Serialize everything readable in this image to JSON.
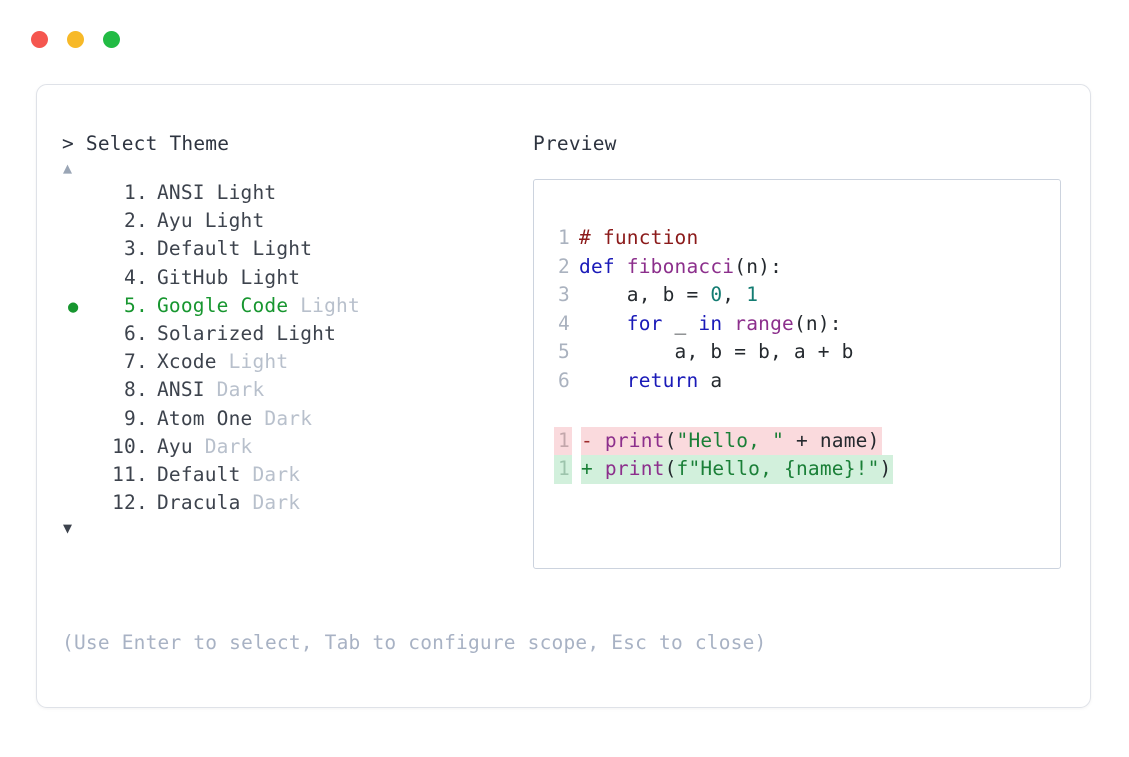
{
  "window": {
    "buttons": [
      {
        "name": "close",
        "color": "#f5564f"
      },
      {
        "name": "minimize",
        "color": "#f7b928"
      },
      {
        "name": "maximize",
        "color": "#22bb44"
      }
    ]
  },
  "picker": {
    "prompt": "> Select Theme",
    "scroll_up_icon": "▲",
    "scroll_down_icon": "▼",
    "selected_index": 5,
    "selected_marker": "●",
    "accent_color": "#17962f",
    "muted_color": "#b8c0cc",
    "items": [
      {
        "num": "1.",
        "name": "ANSI Light",
        "suffix": "",
        "selected": false
      },
      {
        "num": "2.",
        "name": "Ayu Light",
        "suffix": "",
        "selected": false
      },
      {
        "num": "3.",
        "name": "Default Light",
        "suffix": "",
        "selected": false
      },
      {
        "num": "4.",
        "name": "GitHub Light",
        "suffix": "",
        "selected": false
      },
      {
        "num": "5.",
        "name": "Google Code",
        "suffix": " Light",
        "selected": true
      },
      {
        "num": "6.",
        "name": "Solarized Light",
        "suffix": "",
        "selected": false
      },
      {
        "num": "7.",
        "name": "Xcode",
        "suffix": " Light",
        "selected": false
      },
      {
        "num": "8.",
        "name": "ANSI",
        "suffix": " Dark",
        "selected": false
      },
      {
        "num": "9.",
        "name": "Atom One",
        "suffix": " Dark",
        "selected": false
      },
      {
        "num": "10.",
        "name": "Ayu",
        "suffix": " Dark",
        "selected": false
      },
      {
        "num": "11.",
        "name": "Default",
        "suffix": " Dark",
        "selected": false
      },
      {
        "num": "12.",
        "name": "Dracula",
        "suffix": " Dark",
        "selected": false
      }
    ],
    "hint": "(Use Enter to select, Tab to configure scope, Esc to close)"
  },
  "preview": {
    "label": "Preview",
    "code_lines": [
      {
        "ln": "1",
        "tokens": [
          {
            "t": "comment",
            "s": "# function"
          }
        ]
      },
      {
        "ln": "2",
        "tokens": [
          {
            "t": "kw",
            "s": "def"
          },
          {
            "t": "plain",
            "s": " "
          },
          {
            "t": "fn",
            "s": "fibonacci"
          },
          {
            "t": "plain",
            "s": "(n):"
          }
        ]
      },
      {
        "ln": "3",
        "tokens": [
          {
            "t": "plain",
            "s": "    a, b = "
          },
          {
            "t": "num",
            "s": "0"
          },
          {
            "t": "plain",
            "s": ", "
          },
          {
            "t": "num",
            "s": "1"
          }
        ]
      },
      {
        "ln": "4",
        "tokens": [
          {
            "t": "plain",
            "s": "    "
          },
          {
            "t": "kw",
            "s": "for"
          },
          {
            "t": "plain",
            "s": " _ "
          },
          {
            "t": "kw",
            "s": "in"
          },
          {
            "t": "plain",
            "s": " "
          },
          {
            "t": "fn",
            "s": "range"
          },
          {
            "t": "plain",
            "s": "(n):"
          }
        ]
      },
      {
        "ln": "5",
        "tokens": [
          {
            "t": "plain",
            "s": "        a, b = b, a + b"
          }
        ]
      },
      {
        "ln": "6",
        "tokens": [
          {
            "t": "plain",
            "s": "    "
          },
          {
            "t": "kw",
            "s": "return"
          },
          {
            "t": "plain",
            "s": " a"
          }
        ]
      }
    ],
    "diff_lines": [
      {
        "ln": "1",
        "kind": "del",
        "sign": "-",
        "tokens": [
          {
            "t": "fn",
            "s": "print"
          },
          {
            "t": "plain",
            "s": "("
          },
          {
            "t": "str",
            "s": "\"Hello, \""
          },
          {
            "t": "plain",
            "s": " + name)"
          }
        ]
      },
      {
        "ln": "1",
        "kind": "ins",
        "sign": "+",
        "tokens": [
          {
            "t": "fn",
            "s": "print"
          },
          {
            "t": "plain",
            "s": "("
          },
          {
            "t": "str",
            "s": "f\"Hello, {name}!\""
          },
          {
            "t": "plain",
            "s": ")"
          }
        ]
      }
    ],
    "colors": {
      "comment": "#8b1a1a",
      "keyword": "#1a1ab8",
      "function": "#8c2f8c",
      "number": "#137c72",
      "string": "#1a7f37",
      "line_number": "#aab2bf",
      "diff_del_bg": "#fadadd",
      "diff_ins_bg": "#d2f0dc"
    }
  }
}
